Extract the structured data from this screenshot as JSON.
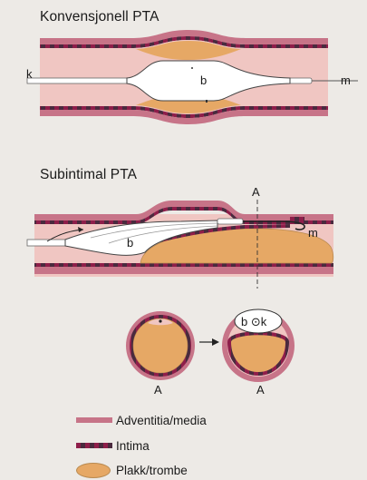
{
  "panels": {
    "conventional": {
      "title": "Konvensjonell PTA",
      "label_k": "k",
      "label_b": "b",
      "label_m": "m"
    },
    "subintimal": {
      "title": "Subintimal PTA",
      "label_a_top": "A",
      "label_b": "b",
      "label_m": "m"
    },
    "cross_sections": {
      "left_label": "A",
      "right_label": "A",
      "balloon_labels": "b ⊙k"
    }
  },
  "legend": {
    "adventitia": "Adventitia/media",
    "intima": "Intima",
    "plaque": "Plakk/trombe"
  },
  "colors": {
    "adventitia": "#c77488",
    "intima_dark": "#8e1e4a",
    "lumen": "#f0c6c2",
    "plaque": "#e6a865",
    "background": "#edeae6"
  }
}
